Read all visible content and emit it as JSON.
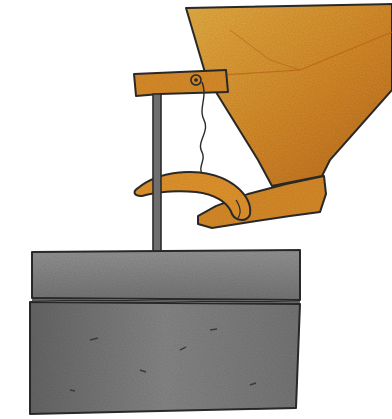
{
  "colors": {
    "background": "#ffffff",
    "hopper": "#e0902a",
    "hopper_light": "#f2b746",
    "hopper_dark": "#b8641a",
    "block": "#8a8a8a",
    "block_dark": "#5c5c5c",
    "block_light": "#b5b5b5",
    "ink": "#2a2a2a"
  },
  "objects": [
    "hopper",
    "hopper-spout",
    "horizontal-arm",
    "pivot-eye",
    "hanging-string",
    "curved-tube",
    "vertical-rod",
    "upper-stone-block",
    "lower-stone-block"
  ]
}
